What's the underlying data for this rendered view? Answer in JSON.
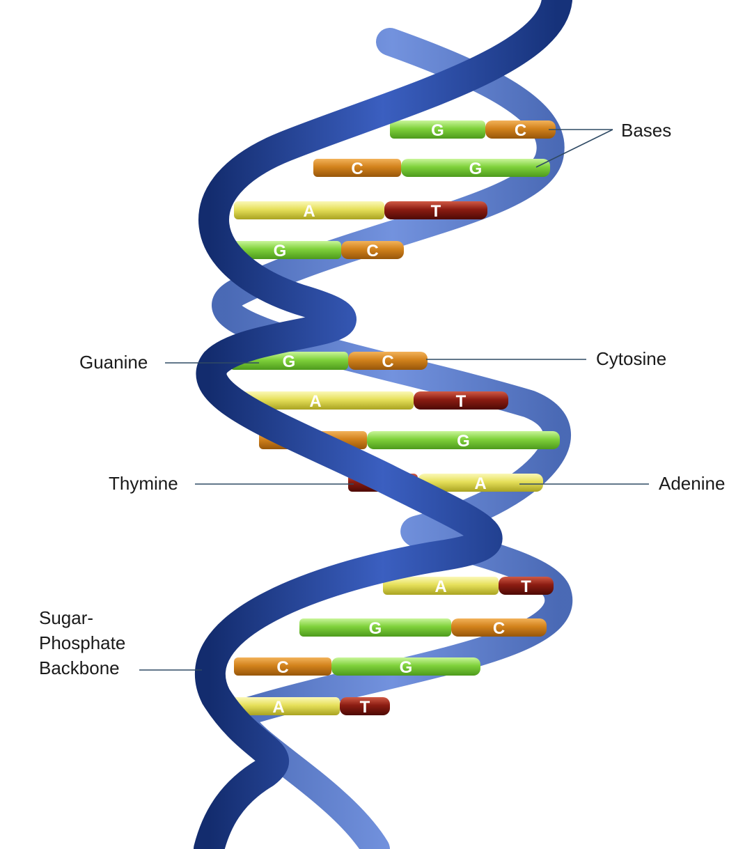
{
  "labels": {
    "bases": "Bases",
    "guanine": "Guanine",
    "cytosine": "Cytosine",
    "thymine": "Thymine",
    "adenine": "Adenine",
    "backbone_line1": "Sugar-",
    "backbone_line2": "Phosphate",
    "backbone_line3": "Backbone"
  },
  "base_pairs": [
    {
      "left": "G",
      "right": "C"
    },
    {
      "left": "C",
      "right": "G"
    },
    {
      "left": "A",
      "right": "T"
    },
    {
      "left": "G",
      "right": "C"
    },
    {
      "left": "G",
      "right": "C"
    },
    {
      "left": "A",
      "right": "T"
    },
    {
      "left": "C",
      "right": "G"
    },
    {
      "left": "T",
      "right": "A"
    },
    {
      "left": "A",
      "right": "T"
    },
    {
      "left": "G",
      "right": "C"
    },
    {
      "left": "C",
      "right": "G"
    },
    {
      "left": "A",
      "right": "T"
    }
  ],
  "colors": {
    "background": "#ffffff",
    "backbone_dark": "#1b3a86",
    "backbone_light": "#3f63c4",
    "guanine": "#7fd13b",
    "cytosine": "#d2821c",
    "adenine": "#e6e05a",
    "thymine": "#8b1c12",
    "label_text": "#1a1a1a",
    "leader_line": "#2f4a64"
  }
}
